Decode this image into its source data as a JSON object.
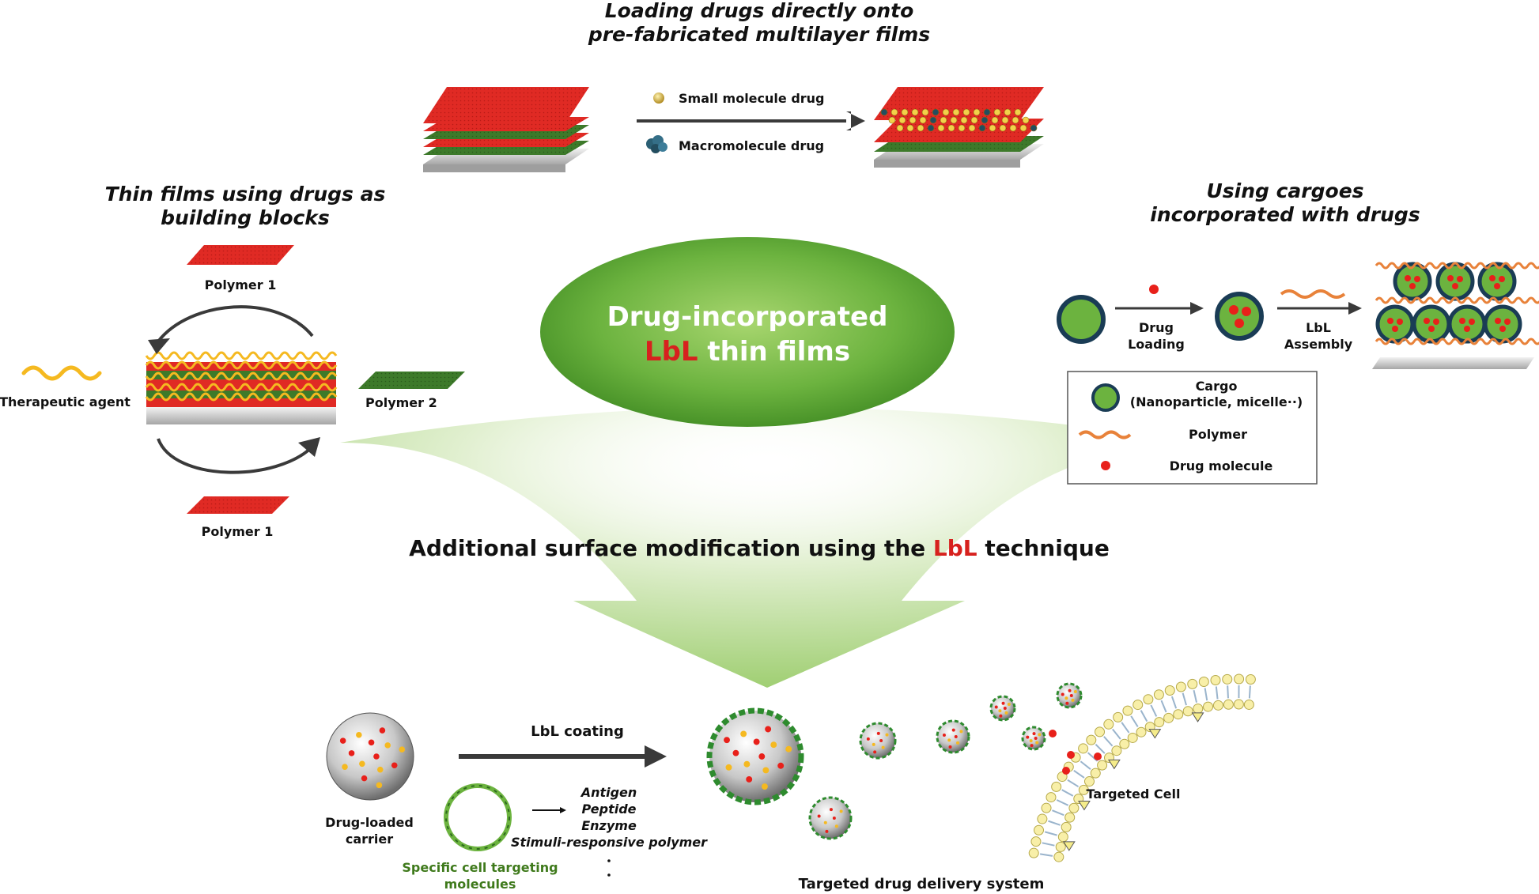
{
  "top": {
    "heading_line1": "Loading drugs directly onto",
    "heading_line2": "pre-fabricated multilayer films",
    "small_drug": "Small molecule drug",
    "macro_drug": "Macromolecule drug"
  },
  "left": {
    "heading_line1": "Thin films using drugs as",
    "heading_line2": "building blocks",
    "polymer1_top": "Polymer 1",
    "polymer2": "Polymer 2",
    "polymer1_bottom": "Polymer 1",
    "therapeutic": "Therapeutic agent"
  },
  "center": {
    "line1": "Drug-incorporated",
    "line2_red": "LbL",
    "line2_rest": " thin films"
  },
  "right": {
    "heading_line1": "Using cargoes",
    "heading_line2": "incorporated with drugs",
    "step1_line1": "Drug",
    "step1_line2": "Loading",
    "step2_line1": "LbL",
    "step2_line2": "Assembly",
    "legend": {
      "cargo": "Cargo",
      "cargo_sub": "(Nanoparticle, micelle··)",
      "polymer": "Polymer",
      "drug": "Drug molecule"
    }
  },
  "middle": {
    "title_pre": "Additional surface modification using the ",
    "title_red": "LbL",
    "title_post": " technique"
  },
  "bottom": {
    "lbl_coating": "LbL coating",
    "carrier_line1": "Drug-loaded",
    "carrier_line2": "carrier",
    "targeting": [
      "Antigen",
      "Peptide",
      "Enzyme",
      "Stimuli-responsive polymer"
    ],
    "specific_line1": "Specific cell targeting",
    "specific_line2": "molecules",
    "targeted_cell": "Targeted Cell",
    "system": "Targeted drug delivery system"
  },
  "colors": {
    "red_layer": "#e02a24",
    "green_layer": "#3d7a2a",
    "ellipse_green": "#6cb33f",
    "lbl_red": "#d7211e",
    "drug_red": "#e8201a",
    "drug_yellow": "#f5b920"
  }
}
